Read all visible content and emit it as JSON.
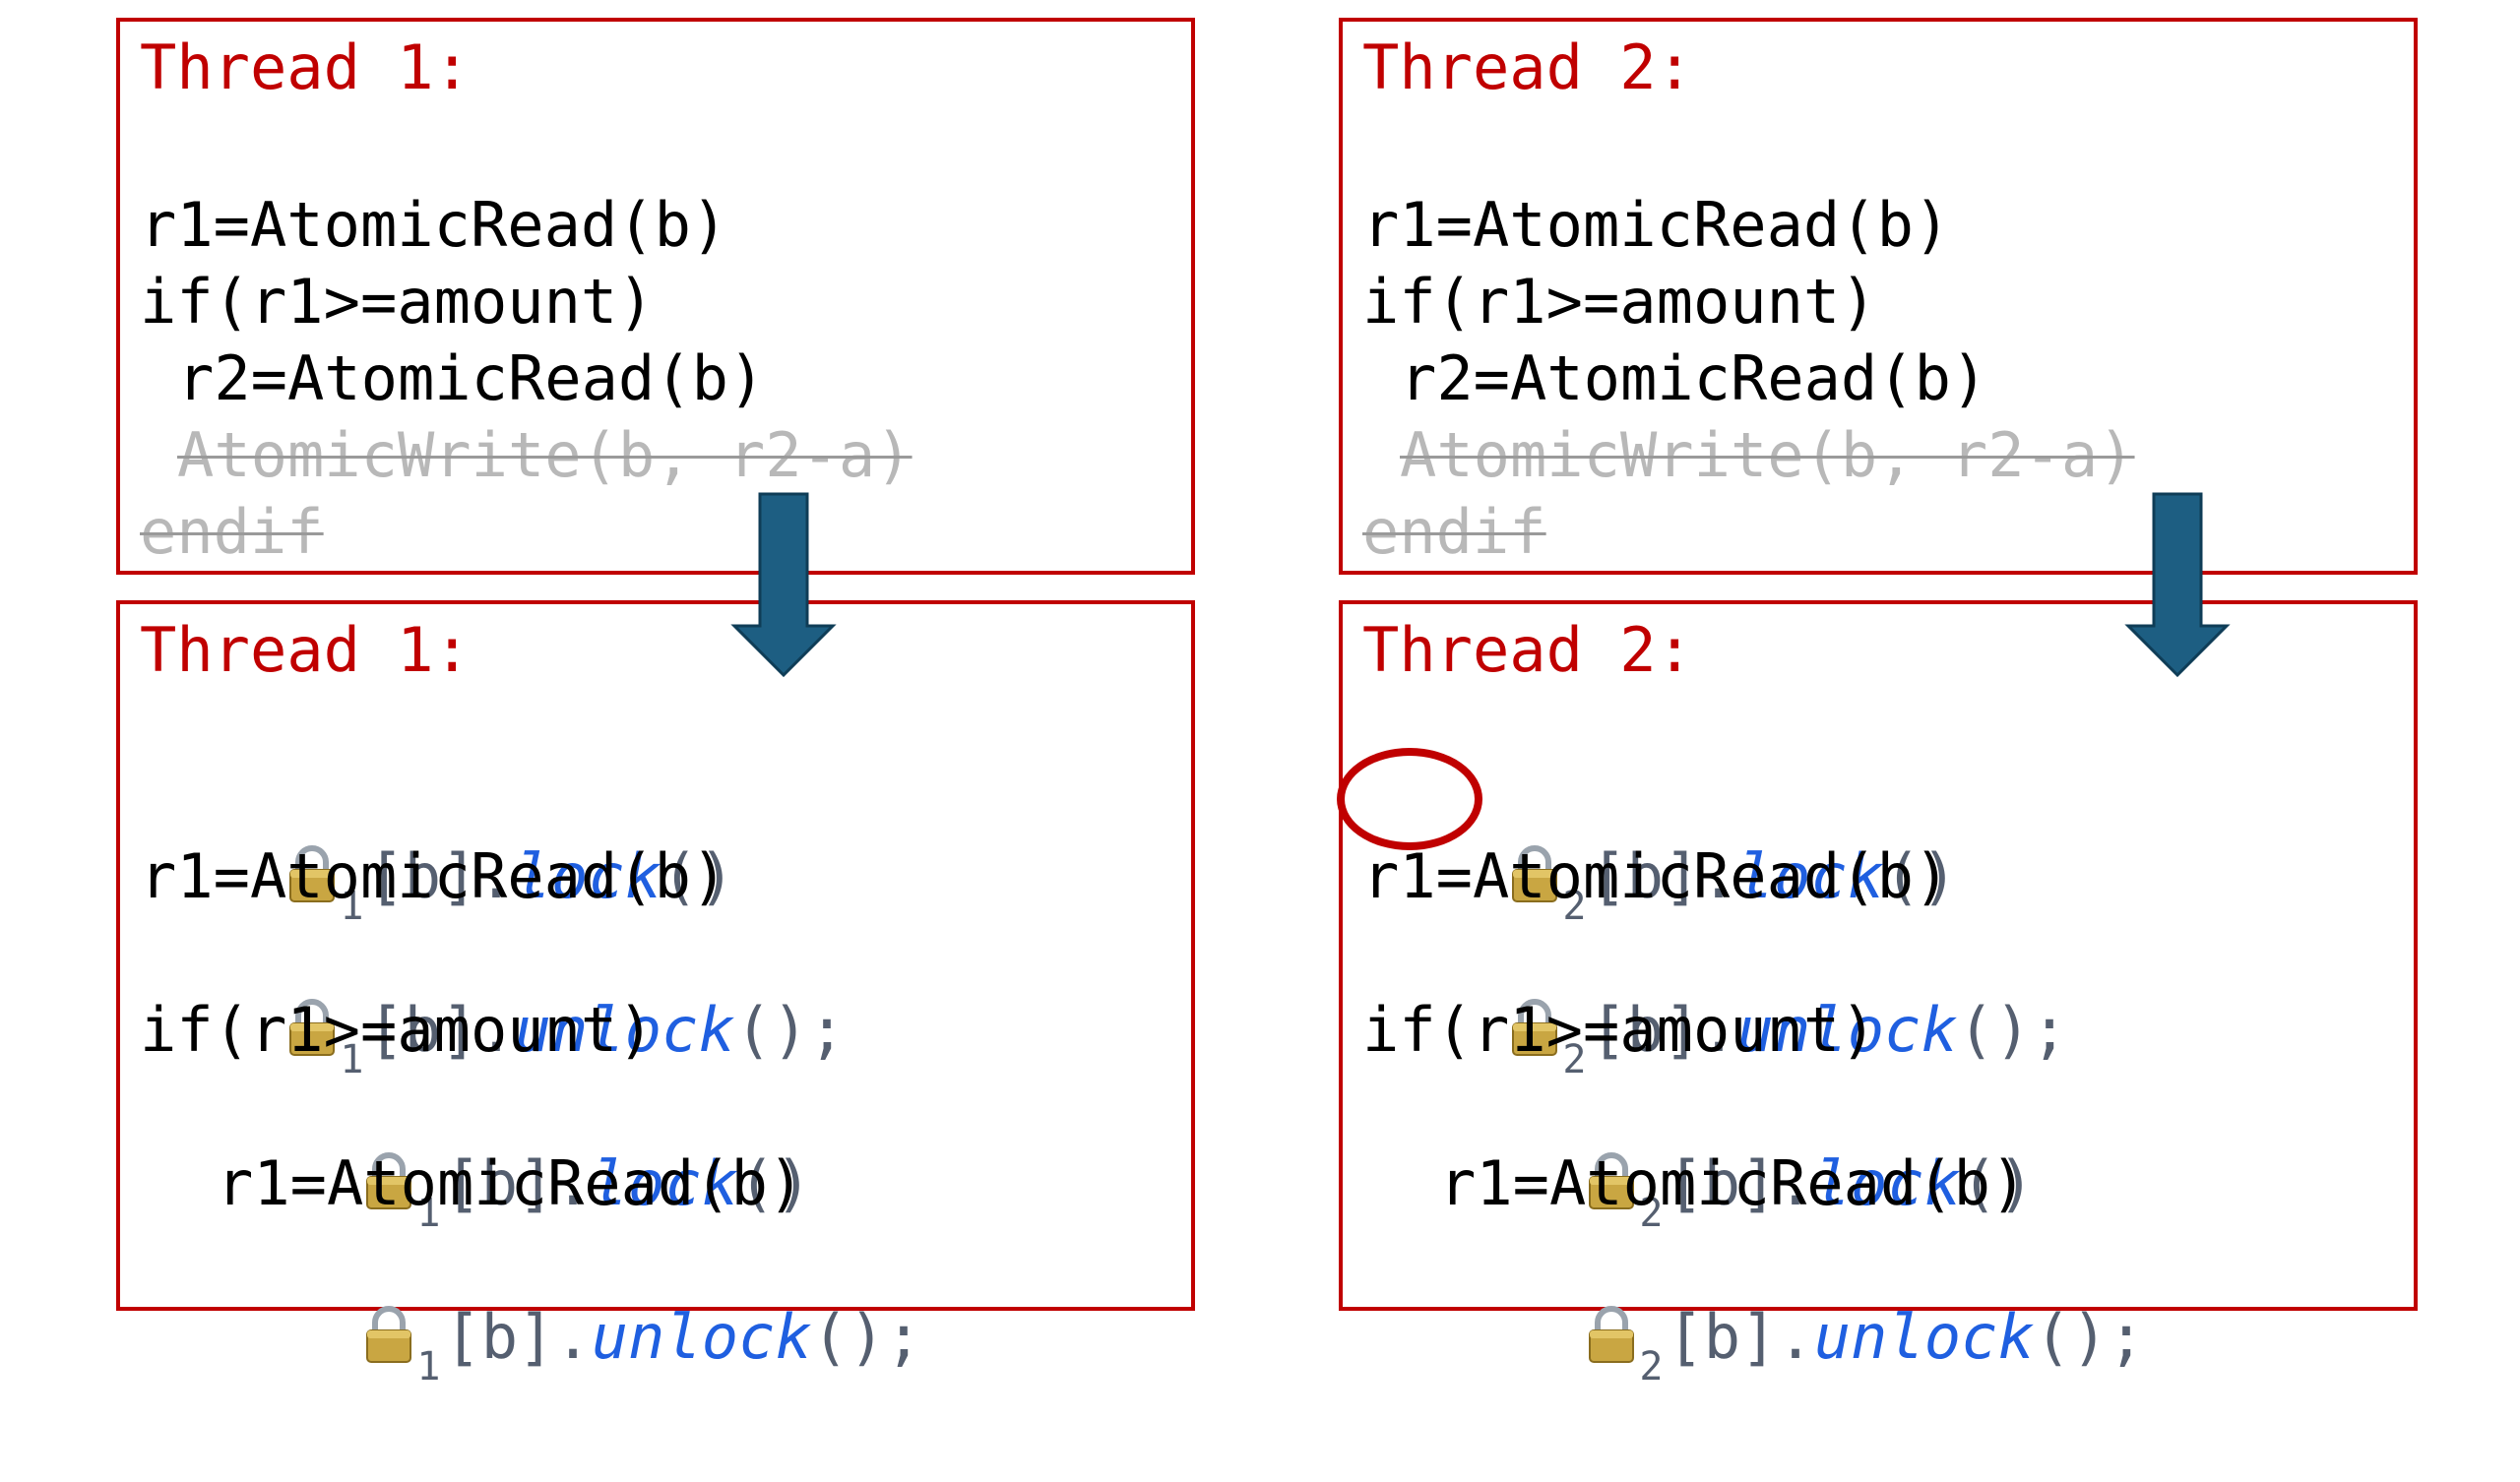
{
  "thread1_original": {
    "title": "Thread 1:",
    "lines": [
      "r1=AtomicRead(b)",
      "if(r1>=amount)",
      "r2=AtomicRead(b)"
    ],
    "struck": [
      "AtomicWrite(b, r2-a)",
      "endif"
    ]
  },
  "thread2_original": {
    "title": "Thread 2:",
    "lines": [
      "r1=AtomicRead(b)",
      "if(r1>=amount)",
      "r2=AtomicRead(b)"
    ],
    "struck": [
      "AtomicWrite(b, r2-a)",
      "endif"
    ]
  },
  "thread1_transformed": {
    "title": "Thread 1:",
    "lock_index": "1",
    "bracket": "[b].",
    "lock_method": "lock",
    "unlock_method": "unlock",
    "call": "()",
    "call_end": "();",
    "read1": "r1=AtomicRead(b)",
    "cond": "if(r1>=amount)",
    "read2": "r1=AtomicRead(b)"
  },
  "thread2_transformed": {
    "title": "Thread 2:",
    "lock_index": "2",
    "bracket": "[b].",
    "lock_method": "lock",
    "unlock_method": "unlock",
    "call": "()",
    "call_end": "();",
    "read1": "r1=AtomicRead(b)",
    "cond": "if(r1>=amount)",
    "read2": "r1=AtomicRead(b)"
  },
  "colors": {
    "frame": "#c00000",
    "arrow": "#1d5e82",
    "method": "#1f5fe0",
    "struck": "#b8b8b8"
  },
  "icons": {
    "lock": "padlock-icon",
    "arrow": "down-arrow-icon"
  }
}
